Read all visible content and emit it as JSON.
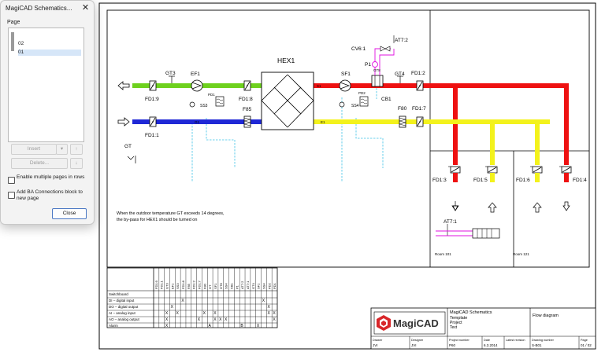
{
  "dialog": {
    "title": "MagiCAD Schematics...",
    "page_label": "Page",
    "pages": [
      "02",
      "01"
    ],
    "insert_label": "Insert",
    "delete_label": "Delete...",
    "enable_multiple_label": "Enable multiple pages in rows",
    "add_ba_label": "Add BA Connections block to new page",
    "close_label": "Close"
  },
  "diagram": {
    "hex_label": "HEX1",
    "components": {
      "gt3": "GT3",
      "ef1": "EF1",
      "sf1": "SF1",
      "gt4": "GT4",
      "cv61": "CV6:1",
      "p1": "P1",
      "at72": "AT7:2",
      "gt8": "GT8",
      "cb1": "CB1",
      "gt": "GT",
      "fd19": "FD1:9",
      "fd11": "FD1:1",
      "fd18": "FD1:8",
      "f85": "F85",
      "fd12": "FD1:2",
      "fd17": "FD1:7",
      "f80": "F80",
      "fd13": "FD1:3",
      "fd15": "FD1:5",
      "fd16": "FD1:6",
      "fd14": "FD1:4",
      "at71": "AT7:1",
      "ss3": "SS3",
      "ss4": "SS4",
      "pd1": "PD1",
      "pd2": "PD2",
      "s1": "S1",
      "e1": "E1",
      "g1": "G1"
    },
    "rooms": [
      "Room 101",
      "Room 121"
    ],
    "note_line1": "When the outdoor temperature  GT exceeds 14 degrees,",
    "note_line2": "the by-pass for HEX1 should be turned on",
    "colors": {
      "exhaust": "#6ed11e",
      "outdoor": "#1f28d6",
      "supply": "#ee1111",
      "extract": "#f3f21c",
      "heating": "#e010e0",
      "control": "#3fc3e6"
    }
  },
  "ba_table": {
    "header": "Switchboard",
    "rows": [
      "DI – digital input",
      "DO – digital output",
      "AI – analog input",
      "AO – analog output",
      "Alarm"
    ],
    "columns": [
      "FD1:9",
      "FD1:1",
      "GT3",
      "EF1",
      "SS3",
      "FD1:8",
      "F85",
      "FD1:2",
      "FD1:7",
      "F80",
      "GT",
      "SF1",
      "GT8",
      "SS4",
      "CB1",
      "P1",
      "AT7:2",
      "AT7:1",
      "GT4",
      "SF1",
      "SS4",
      "PD2",
      "PD1"
    ],
    "marks": [
      [
        "",
        "",
        "",
        "",
        "",
        "X",
        "",
        "",
        "",
        "",
        "",
        "",
        "",
        "",
        "",
        "",
        "",
        "",
        "",
        "",
        "X",
        "",
        ""
      ],
      [
        "",
        "",
        "",
        "X",
        "",
        "",
        "",
        "",
        "",
        "",
        "",
        "",
        "",
        "",
        "",
        "",
        "",
        "",
        "",
        "",
        "",
        "X",
        ""
      ],
      [
        "",
        "",
        "X",
        "",
        "X",
        "",
        "",
        "",
        "",
        "X",
        "",
        "X",
        "",
        "",
        "",
        "",
        "",
        "",
        "",
        "",
        "",
        "X",
        "X"
      ],
      [
        "",
        "",
        "X",
        "",
        "",
        "",
        "",
        "",
        "X",
        "",
        "",
        "X",
        "X",
        "X",
        "",
        "",
        "",
        "",
        "",
        "",
        "",
        "",
        "X"
      ],
      [
        "",
        "",
        "X",
        "",
        "",
        "",
        "",
        "",
        "",
        "",
        "A",
        "",
        "",
        "",
        "",
        "",
        "B",
        "",
        "",
        "X",
        "",
        "",
        ""
      ]
    ]
  },
  "title_block": {
    "logo_text": "MagiCAD",
    "project_lines": [
      "MagiCAD Schematics",
      "Template",
      "Project",
      "Text"
    ],
    "drawing_title": "Flow diagram",
    "fields": [
      {
        "label": "Drawer",
        "value": "JVI"
      },
      {
        "label": "Designer",
        "value": "JVI"
      },
      {
        "label": "Project number",
        "value": "P60"
      },
      {
        "label": "Date",
        "value": "6.3.2014"
      },
      {
        "label": "Latest revision",
        "value": ""
      },
      {
        "label": "Drawing number",
        "value": "S-B01"
      },
      {
        "label": "Page",
        "value": "01 / 02"
      }
    ]
  }
}
